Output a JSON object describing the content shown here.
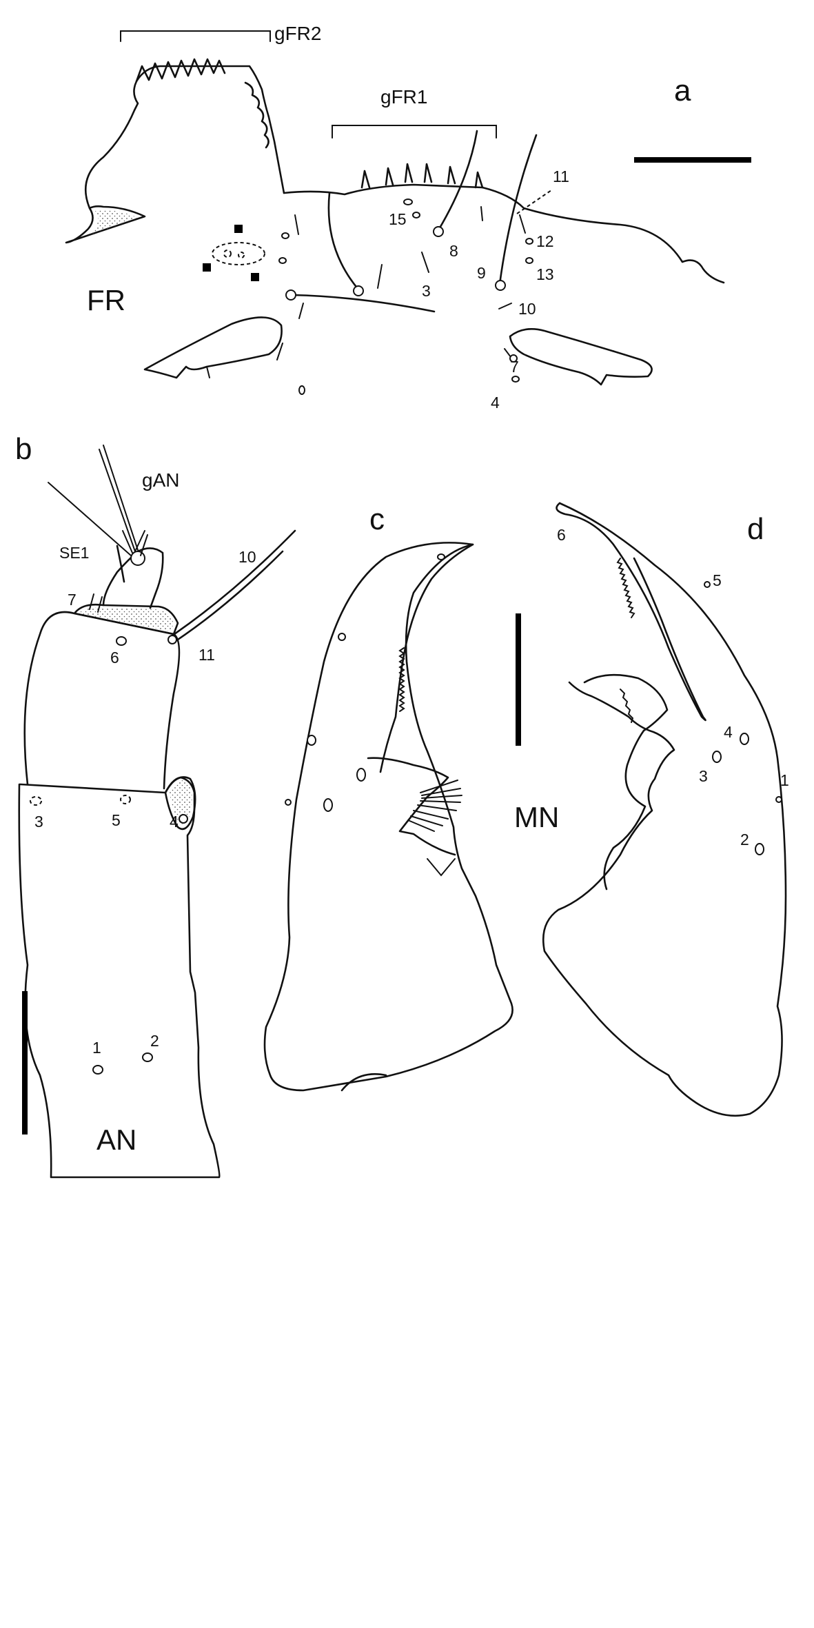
{
  "figure": {
    "panels": {
      "a": {
        "letter": "a",
        "region": "FR",
        "group1": "gFR1",
        "group2": "gFR2",
        "setae": [
          "3",
          "4",
          "7",
          "8",
          "9",
          "10",
          "11",
          "12",
          "13",
          "15"
        ]
      },
      "b": {
        "letter": "b",
        "region": "AN",
        "group": "gAN",
        "special": "SE1",
        "setae": [
          "1",
          "2",
          "3",
          "4",
          "5",
          "6",
          "7",
          "10",
          "11"
        ]
      },
      "c": {
        "letter": "c"
      },
      "d": {
        "letter": "d",
        "region": "MN",
        "setae": [
          "1",
          "2",
          "3",
          "4",
          "5",
          "6"
        ]
      }
    }
  },
  "colors": {
    "ink": "#111111",
    "stipple": "#555555",
    "background": "#ffffff"
  }
}
